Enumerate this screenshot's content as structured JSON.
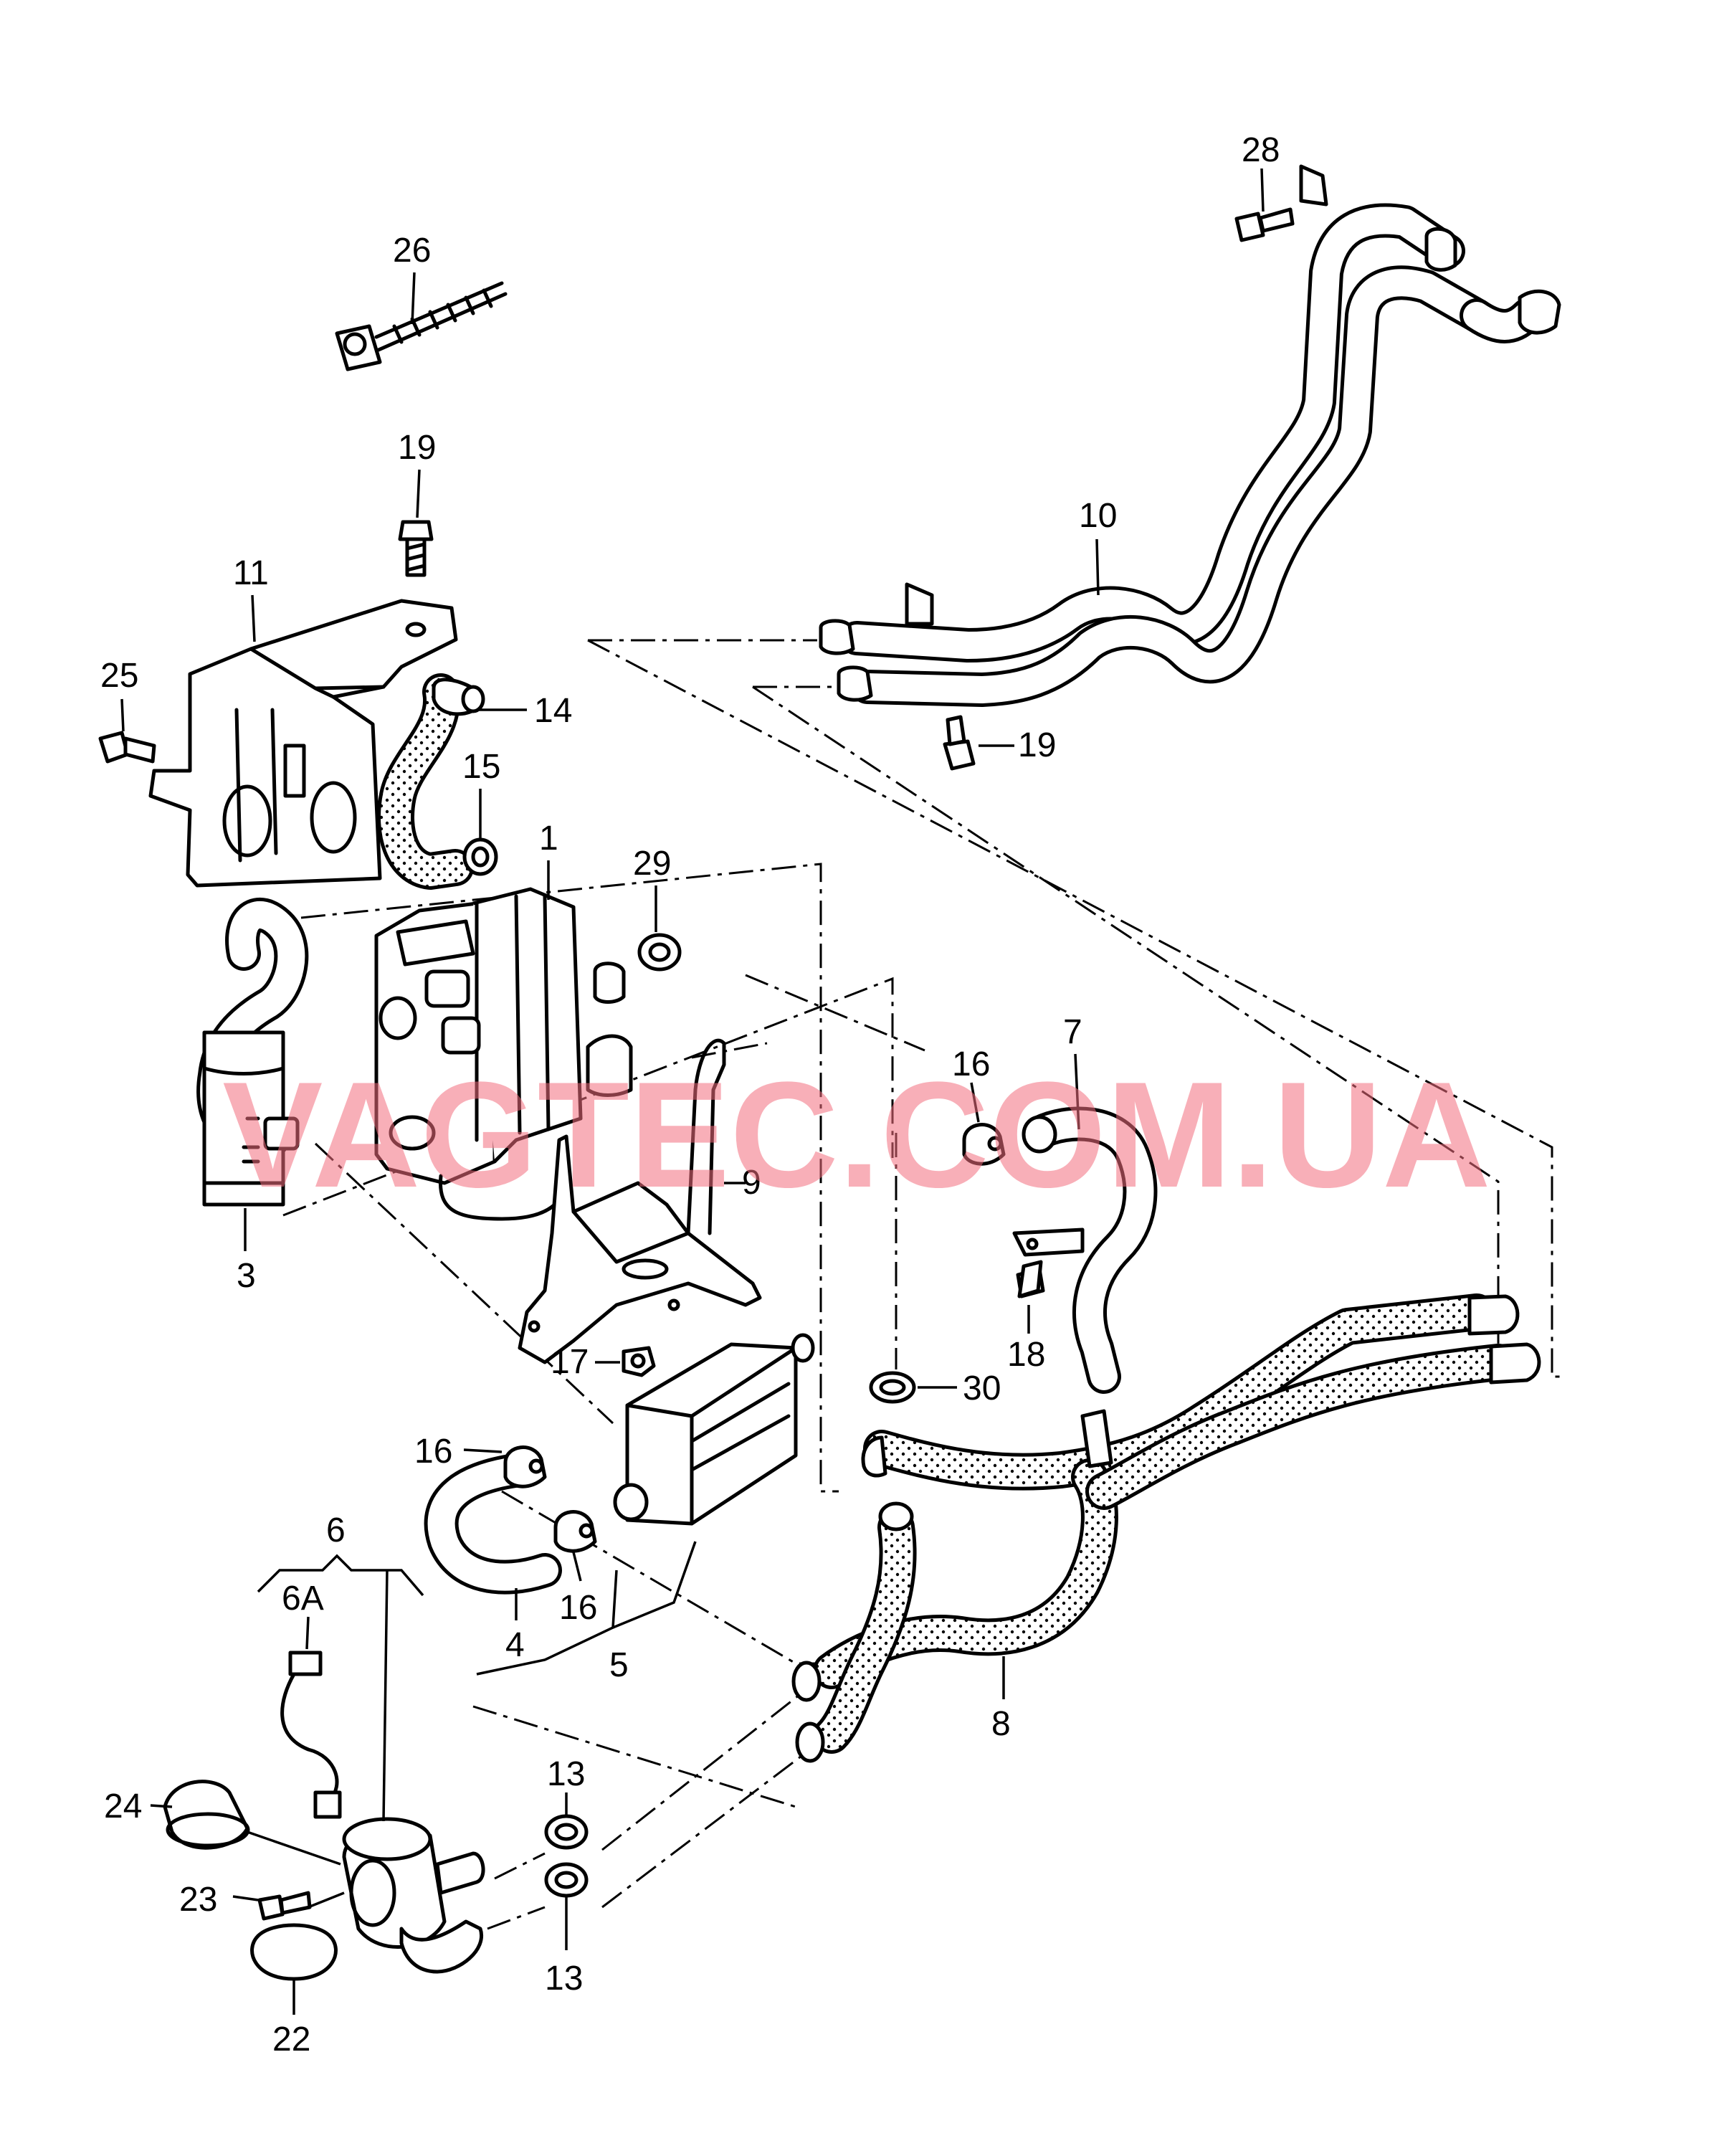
{
  "watermark": "VAGTEC.COM.UA",
  "callouts": {
    "p1": "1",
    "p3": "3",
    "p4": "4",
    "p5": "5",
    "p6": "6",
    "p6a": "6A",
    "p7": "7",
    "p8": "8",
    "p9": "9",
    "p10": "10",
    "p11": "11",
    "p13a": "13",
    "p13b": "13",
    "p14": "14",
    "p15": "15",
    "p16a": "16",
    "p16b": "16",
    "p16c": "16",
    "p17": "17",
    "p18": "18",
    "p19a": "19",
    "p19b": "19",
    "p22": "22",
    "p23": "23",
    "p24": "24",
    "p25": "25",
    "p26": "26",
    "p28": "28",
    "p29": "29",
    "p30": "30"
  },
  "colors": {
    "line": "#000000",
    "watermark": "#f26d7d",
    "background": "#ffffff"
  }
}
